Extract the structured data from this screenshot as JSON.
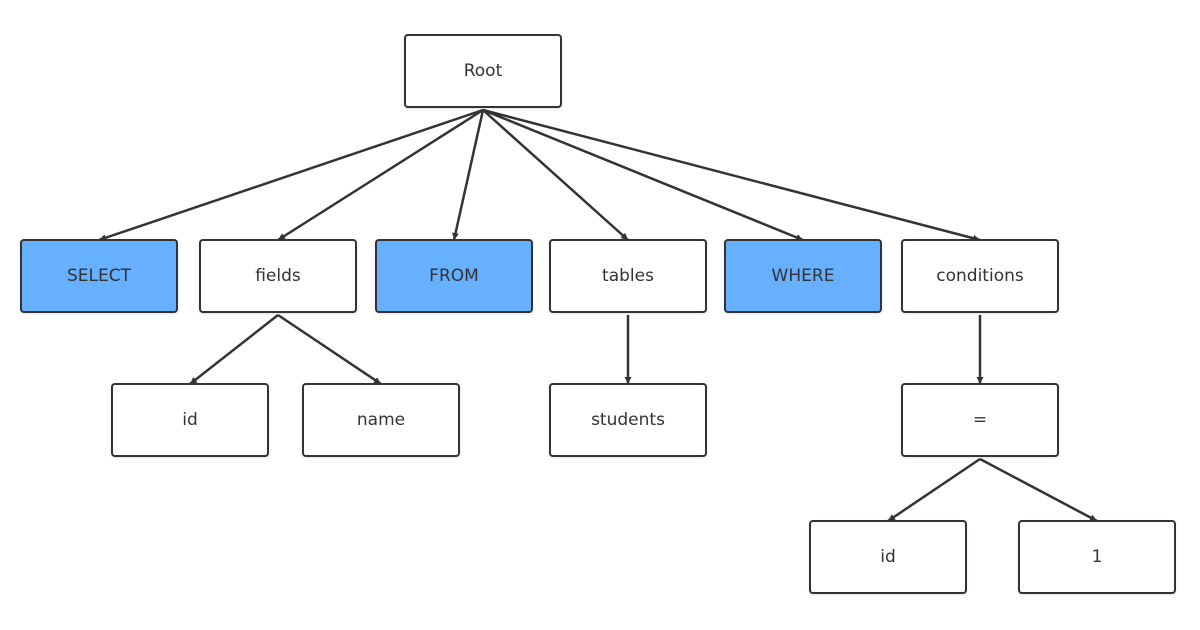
{
  "diagram": {
    "accent_color": "#66b0ff",
    "line_color": "#333333",
    "nodes": [
      {
        "id": "root",
        "label": "Root",
        "keyword": false
      },
      {
        "id": "select",
        "label": "SELECT",
        "keyword": true
      },
      {
        "id": "fields",
        "label": "fields",
        "keyword": false
      },
      {
        "id": "from",
        "label": "FROM",
        "keyword": true
      },
      {
        "id": "tables",
        "label": "tables",
        "keyword": false
      },
      {
        "id": "where",
        "label": "WHERE",
        "keyword": true
      },
      {
        "id": "conditions",
        "label": "conditions",
        "keyword": false
      },
      {
        "id": "field-id",
        "label": "id",
        "keyword": false
      },
      {
        "id": "field-name",
        "label": "name",
        "keyword": false
      },
      {
        "id": "table-students",
        "label": "students",
        "keyword": false
      },
      {
        "id": "equals",
        "label": "=",
        "keyword": false
      },
      {
        "id": "cond-id",
        "label": "id",
        "keyword": false
      },
      {
        "id": "cond-value",
        "label": "1",
        "keyword": false
      }
    ],
    "edges": [
      {
        "from": "root",
        "to": "select"
      },
      {
        "from": "root",
        "to": "fields"
      },
      {
        "from": "root",
        "to": "from"
      },
      {
        "from": "root",
        "to": "tables"
      },
      {
        "from": "root",
        "to": "where"
      },
      {
        "from": "root",
        "to": "conditions"
      },
      {
        "from": "fields",
        "to": "field-id"
      },
      {
        "from": "fields",
        "to": "field-name"
      },
      {
        "from": "tables",
        "to": "table-students"
      },
      {
        "from": "conditions",
        "to": "equals"
      },
      {
        "from": "equals",
        "to": "cond-id"
      },
      {
        "from": "equals",
        "to": "cond-value"
      }
    ]
  }
}
